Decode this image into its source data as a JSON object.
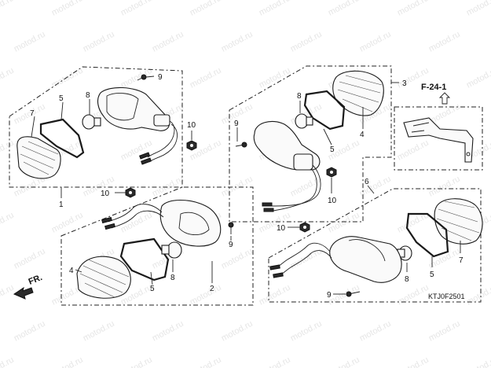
{
  "watermark": "motod.ru",
  "diagram_code": "KTJ0F2501",
  "frame_ref": "F-24-1",
  "front_marker": "FR.",
  "callouts": {
    "n1": "1",
    "n2": "2",
    "n3": "3",
    "n4": "4",
    "n5": "5",
    "n6": "6",
    "n7": "7",
    "n8": "8",
    "n9": "9",
    "n10": "10"
  }
}
